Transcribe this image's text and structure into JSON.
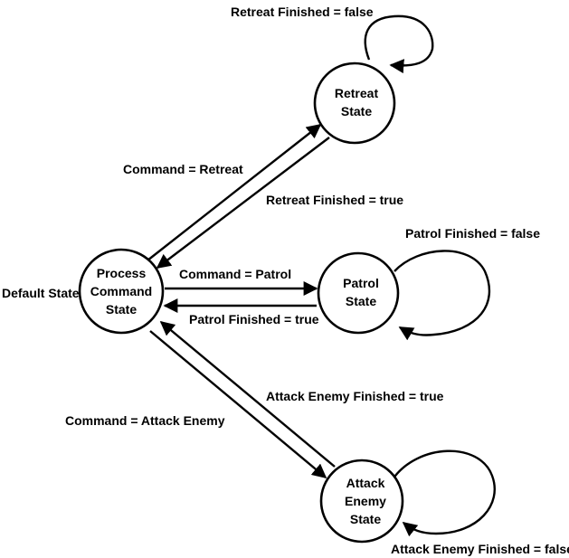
{
  "default_label": "Default State",
  "states": [
    {
      "id": "process",
      "lines": [
        "Process",
        "Command",
        "State"
      ]
    },
    {
      "id": "retreat",
      "lines": [
        "Retreat",
        "State"
      ]
    },
    {
      "id": "patrol",
      "lines": [
        "Patrol",
        "State"
      ]
    },
    {
      "id": "attack",
      "lines": [
        "Attack",
        "Enemy",
        "State"
      ]
    }
  ],
  "transitions": {
    "command_retreat": "Command = Retreat",
    "retreat_finished_true": "Retreat Finished = true",
    "retreat_finished_false": "Retreat Finished = false",
    "command_patrol": "Command = Patrol",
    "patrol_finished_true": "Patrol Finished = true",
    "patrol_finished_false": "Patrol Finished = false",
    "command_attack": "Command = Attack Enemy",
    "attack_finished_true": "Attack Enemy Finished = true",
    "attack_finished_false": "Attack Enemy Finished = false"
  },
  "colors": {
    "stroke": "#000000",
    "background": "#ffffff"
  }
}
